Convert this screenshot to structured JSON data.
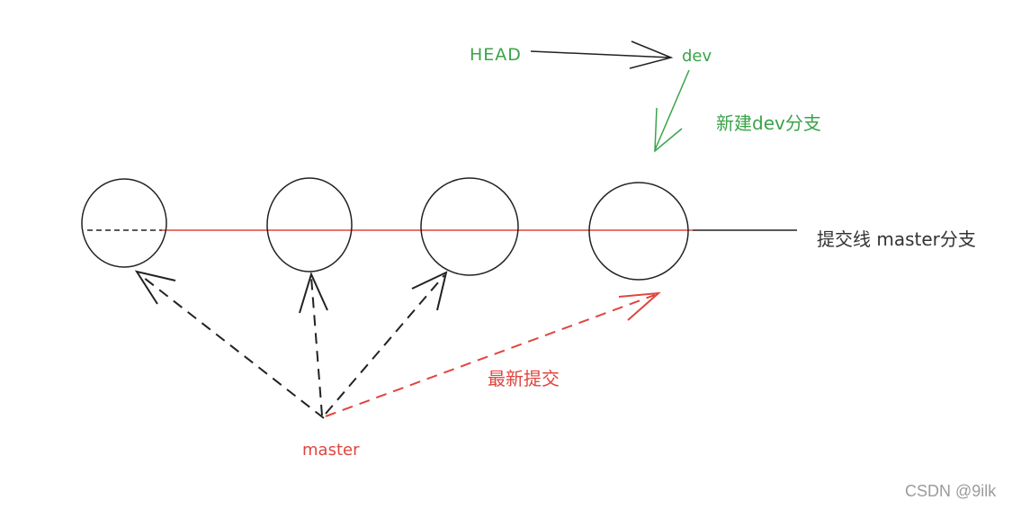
{
  "labels": {
    "head": "HEAD",
    "dev": "dev",
    "new_dev_branch": "新建dev分支",
    "commit_line": "提交线 master分支",
    "latest_commit": "最新提交",
    "master": "master",
    "watermark": "CSDN @9ilk"
  },
  "colors": {
    "green": "#3aa34a",
    "red": "#e0453f",
    "stroke": "#222222",
    "watermark": "#9b9b9b"
  }
}
